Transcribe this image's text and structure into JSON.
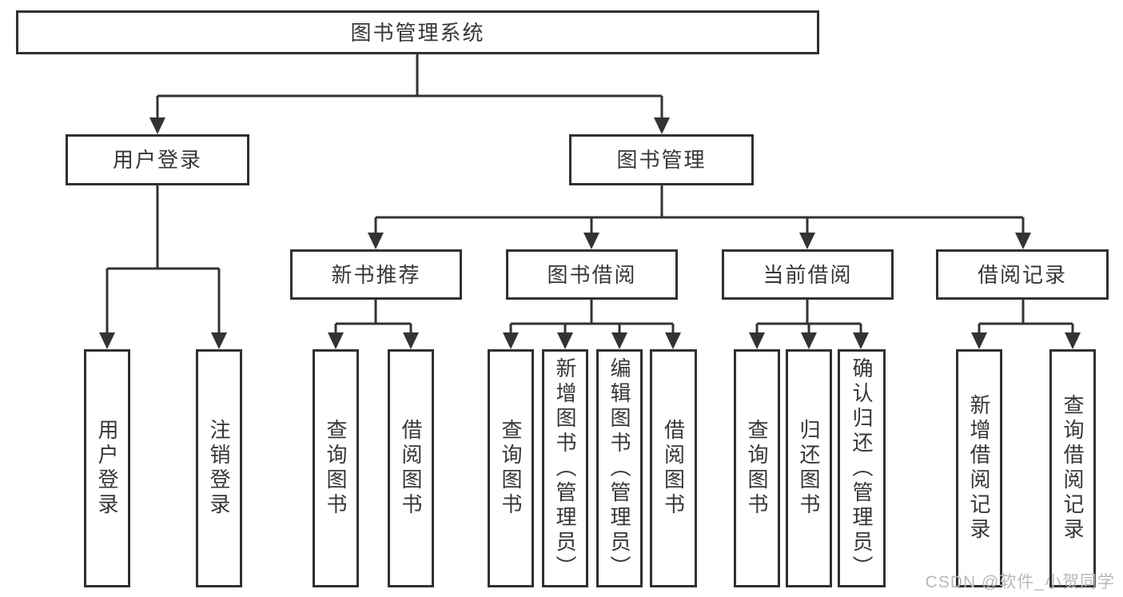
{
  "nodes": {
    "root": "图书管理系统",
    "user_login": "用户登录",
    "book_mgmt": "图书管理",
    "new_book_rec": "新书推荐",
    "book_borrow": "图书借阅",
    "current_borrow": "当前借阅",
    "borrow_record": "借阅记录",
    "leaf_user_login": "用户登录",
    "leaf_logout_login": "注销登录",
    "leaf_query_books_rec": "查询图书",
    "leaf_borrow_books_rec": "借阅图书",
    "leaf_query_books_borrow": "查询图书",
    "leaf_add_books_admin": "新增图书（管理员）",
    "leaf_edit_books_admin": "编辑图书（管理员）",
    "leaf_borrow_books_borrow": "借阅图书",
    "leaf_query_books_current": "查询图书",
    "leaf_return_books": "归还图书",
    "leaf_confirm_return_admin": "确认归还（管理员）",
    "leaf_add_borrow_record": "新增借阅记录",
    "leaf_query_borrow_record": "查询借阅记录"
  },
  "watermark": "CSDN @软件_小贺同学",
  "colors": {
    "line": "#333336",
    "border": "#303034",
    "text": "#36363c",
    "watermark": "#b9b9bd",
    "background": "#ffffff"
  }
}
